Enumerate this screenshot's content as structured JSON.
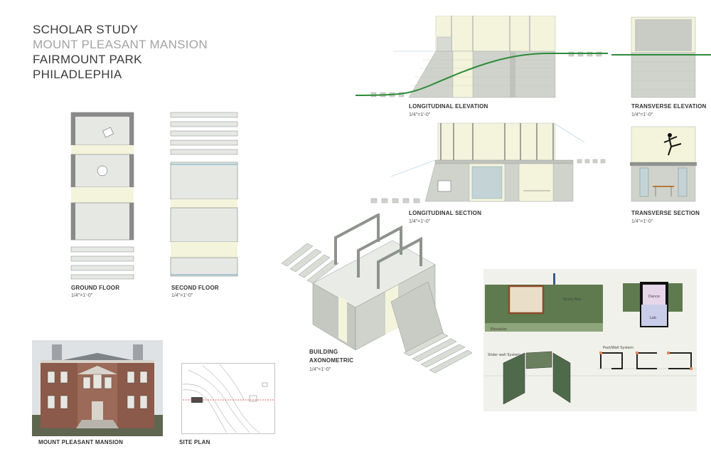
{
  "title": {
    "line1": "SCHOLAR STUDY",
    "line2": "MOUNT PLEASANT MANSION",
    "line3": "FAIRMOUNT PARK",
    "line4": "PHILADLEPHIA"
  },
  "drawings": {
    "longitudinal_elevation": {
      "label": "LONGITUDINAL ELEVATION",
      "scale": "1/4\"=1'-0\""
    },
    "transverse_elevation": {
      "label": "TRANSVERSE ELEVATION",
      "scale": "1/4\"=1'-0\""
    },
    "longitudinal_section": {
      "label": "LONGITUDINAL SECTION",
      "scale": "1/4\"=1'-0\""
    },
    "transverse_section": {
      "label": "TRANSVERSE SECTION",
      "scale": "1/4\"=1'-0\""
    },
    "ground_floor": {
      "label": "GROUND FLOOR",
      "scale": "1/4\"=1'-0\""
    },
    "second_floor": {
      "label": "SECOND FLOOR",
      "scale": "1/4\"=1'-0\""
    },
    "axonometric": {
      "label_line1": "BUILDING",
      "label_line2": "AXONOMETRIC",
      "scale": "1/4\"=1'-0\""
    },
    "mansion_photo": {
      "label": "MOUNT PLEASANT MANSION"
    },
    "site_plan": {
      "label": "SITE PLAN"
    }
  },
  "sketch_notes": {
    "study_box": "Study Box",
    "dance": "Dance",
    "lab": "Lab",
    "elevation": "Elevation",
    "slider_wall": "Slider wall System",
    "post_wall": "Post/Wall System"
  },
  "colors": {
    "concrete": "#cfd3cc",
    "glass": "#f4f4dc",
    "terrain_line": "#2e8b3a",
    "wall_dark": "#8a8a8a",
    "brick": "#8b5a4a"
  }
}
